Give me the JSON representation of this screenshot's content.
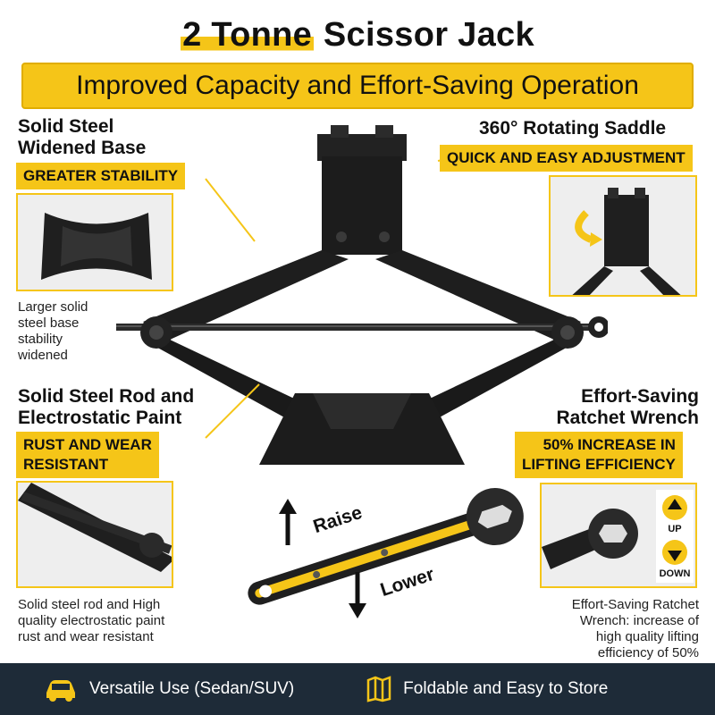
{
  "header": {
    "title_highlight": "2 Tonne",
    "title_rest": "Scissor Jack",
    "subtitle": "Improved Capacity and Effort-Saving Operation"
  },
  "features": {
    "base": {
      "title_line1": "Solid Steel",
      "title_line2": "Widened Base",
      "tag": "GREATER STABILITY",
      "desc_lines": [
        "Larger solid",
        "steel base",
        "stability",
        "widened"
      ]
    },
    "saddle": {
      "title": "360° Rotating Saddle",
      "tag": "QUICK AND EASY ADJUSTMENT"
    },
    "rod": {
      "title_line1": "Solid Steel Rod and",
      "title_line2": "Electrostatic Paint",
      "tag_line1": "RUST AND WEAR",
      "tag_line2": "RESISTANT",
      "desc_lines": [
        "Solid steel rod and High",
        "quality electrostatic paint",
        "rust and wear resistant"
      ]
    },
    "wrench": {
      "title_line1": "Effort-Saving",
      "title_line2": "Ratchet Wrench",
      "tag_line1": "50% INCREASE IN",
      "tag_line2": "LIFTING EFFICIENCY",
      "desc_lines": [
        "Effort-Saving Ratchet",
        "Wrench: increase of",
        "high quality lifting",
        "efficiency of 50%"
      ],
      "up_label": "UP",
      "down_label": "DOWN"
    }
  },
  "arrows": {
    "raise": "Raise",
    "lower": "Lower"
  },
  "footer": {
    "item1": "Versatile Use (Sedan/SUV)",
    "item2": "Foldable and Easy to Store"
  },
  "colors": {
    "accent": "#f5c518",
    "footer_bg": "#1e2b38",
    "jack_body": "#1c1c1c"
  }
}
